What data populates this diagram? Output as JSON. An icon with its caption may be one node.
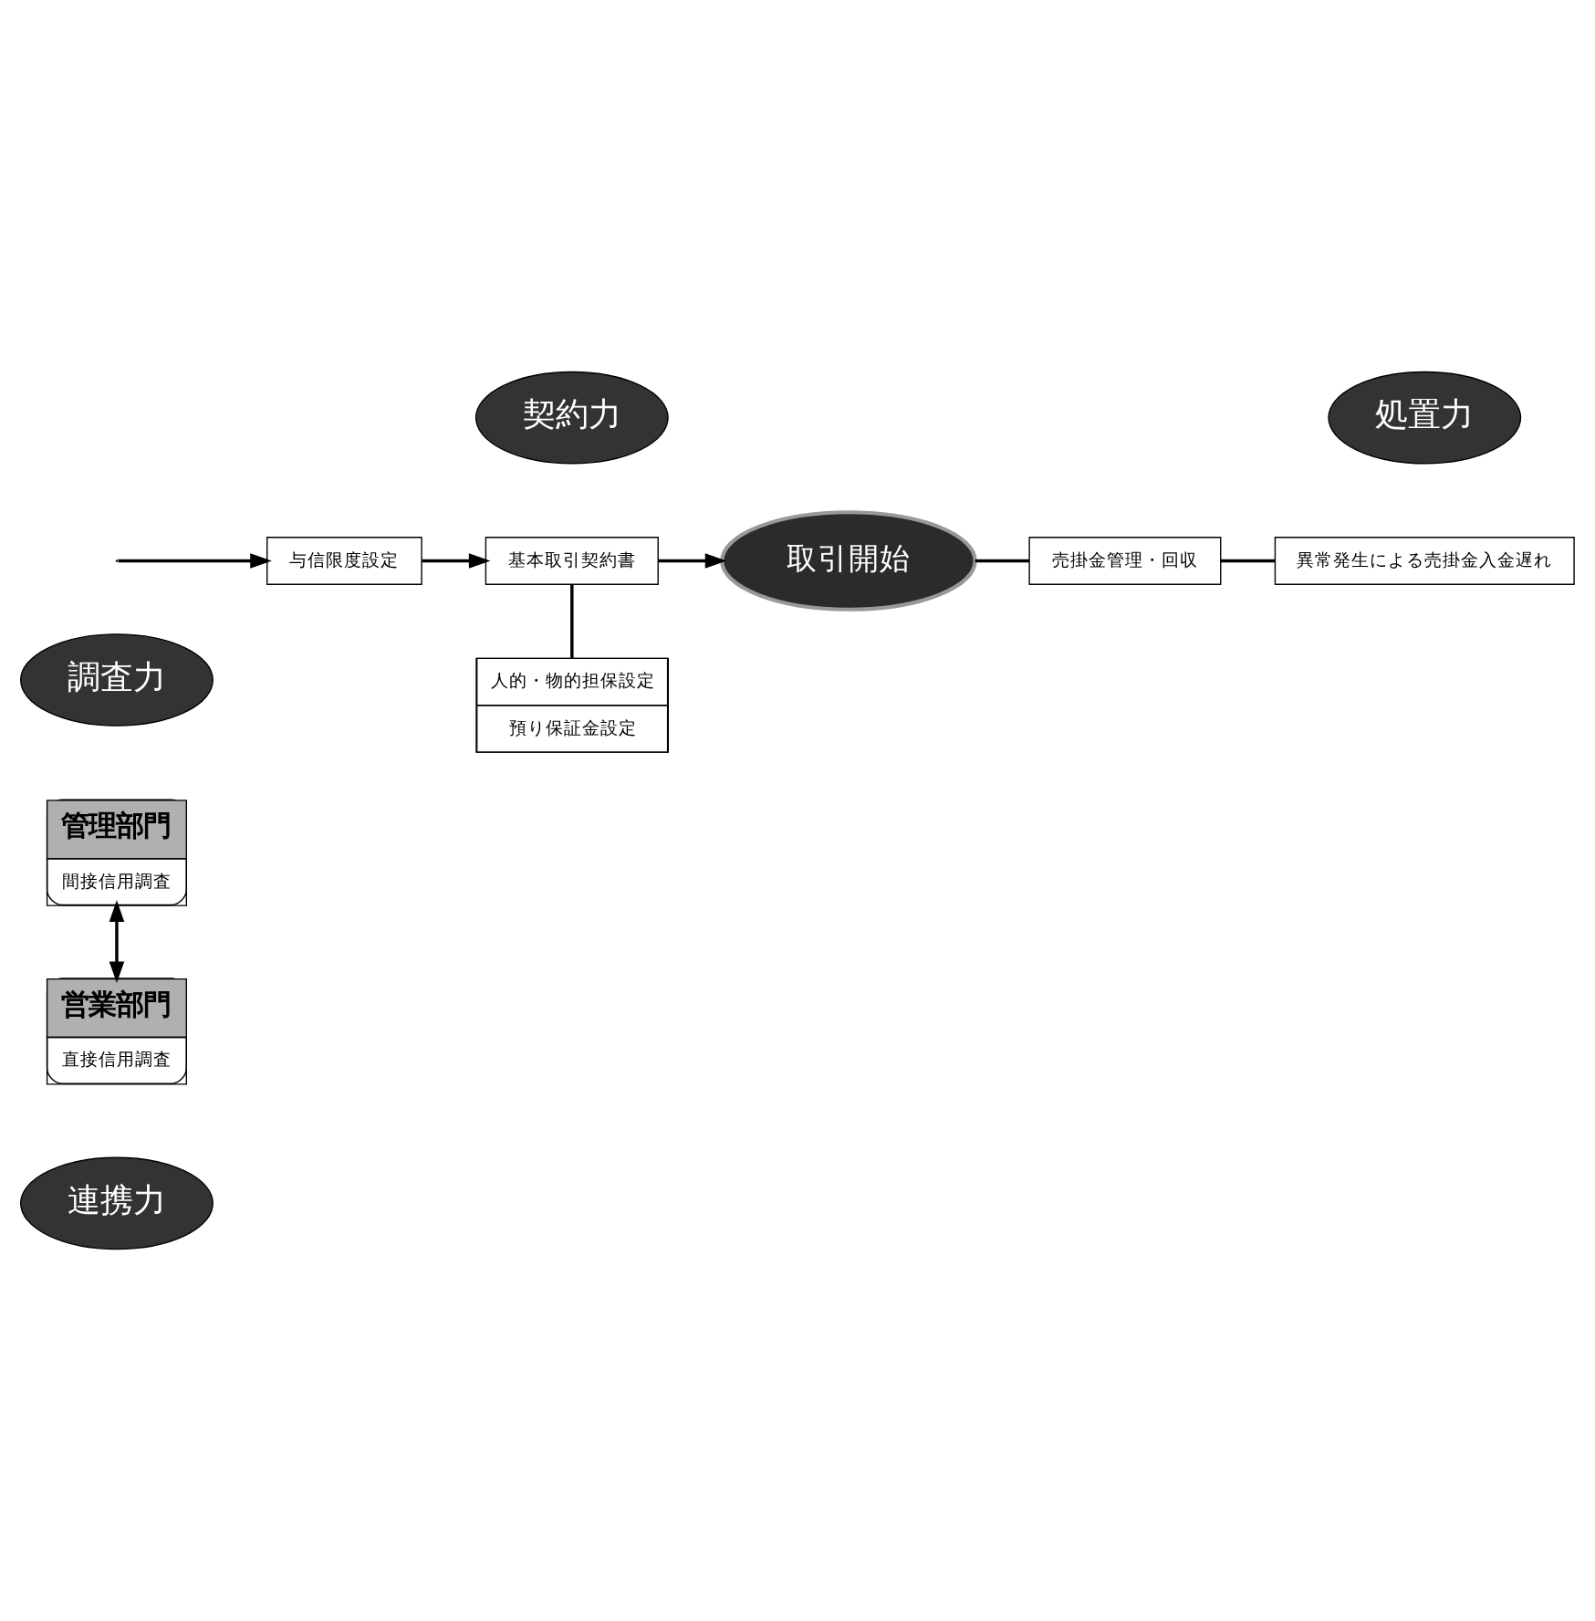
{
  "diagram": {
    "nodes": [
      {
        "text": [
          "連携力"
        ]
      },
      {
        "text": [
          "管理部門",
          "間接信用調査"
        ]
      },
      {
        "text": [
          "営業部門",
          "直接信用調査"
        ]
      },
      {
        "text": [
          "調査力"
        ]
      },
      {
        "text": [
          "人的・物的担保設定",
          "預り保証金設定"
        ]
      },
      {
        "text": [
          "与信限度設定"
        ]
      },
      {
        "text": [
          "基本取引契約書"
        ]
      },
      {
        "text": [
          "契約力"
        ]
      },
      {
        "text": [
          "取引開始"
        ]
      },
      {
        "text": [
          "売掛金管理・回収"
        ]
      },
      {
        "text": [
          "処置力"
        ]
      },
      {
        "text": [
          "異常発生による売掛金入金遅れ"
        ]
      }
    ],
    "edges": [
      {
        "from": 1,
        "to": 2,
        "arrow": "both"
      },
      {
        "from": null,
        "to": 5,
        "arrow": "to"
      },
      {
        "from": 5,
        "to": 6,
        "arrow": "to"
      },
      {
        "from": 6,
        "to": 8,
        "arrow": "to"
      },
      {
        "from": 6,
        "to": 4,
        "arrow": "none"
      },
      {
        "from": 8,
        "to": 9,
        "arrow": "none"
      },
      {
        "from": 9,
        "to": 11,
        "arrow": "none"
      }
    ]
  }
}
